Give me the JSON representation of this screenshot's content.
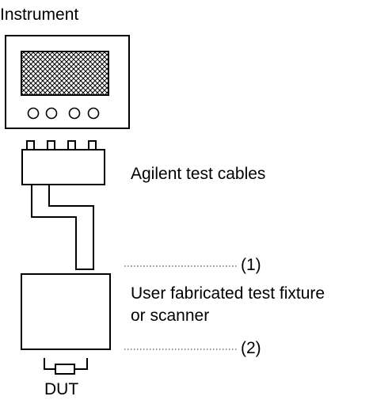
{
  "labels": {
    "instrument": "Instrument",
    "test_cables": "Agilent test cables",
    "marker_1": "(1)",
    "fixture_line1": "User fabricated test fixture",
    "fixture_line2": "or scanner",
    "marker_2": "(2)",
    "dut": "DUT"
  },
  "colors": {
    "stroke": "#000000",
    "background": "#ffffff",
    "dotted_leader": "#555555"
  },
  "icons": {
    "screen": "crosshatched-display-icon",
    "knobs": "circle-knob-icon",
    "connectors": "connector-pin-icon",
    "dut": "component-icon"
  }
}
